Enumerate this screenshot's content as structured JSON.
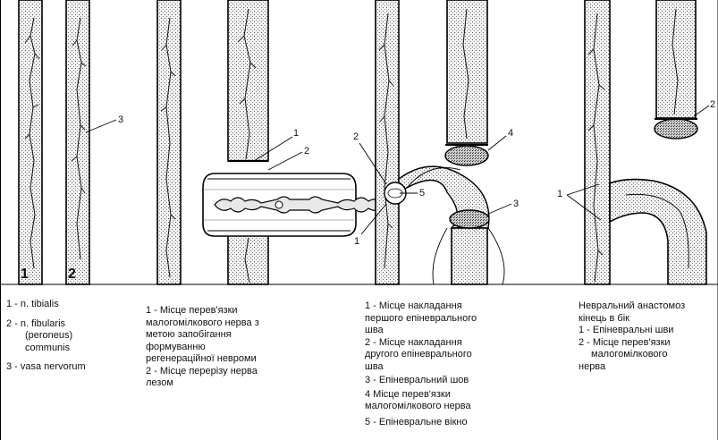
{
  "panels": {
    "p1": {
      "leader_labels": [
        "3"
      ],
      "bottom_labels": [
        "1",
        "2"
      ],
      "legend": [
        "1  - n. tibialis",
        "2  - n. fibularis",
        "(peroneus)",
        "communis",
        "3  - vasa nervorum"
      ]
    },
    "p2": {
      "leader_labels": [
        "1",
        "2"
      ],
      "legend": [
        "1  - Місце перев'язки",
        "малогомілкового нерва з",
        "метою запобігання",
        "формуванню",
        "регенераційної невроми",
        "2  - Місце перерізу нерва",
        "лезом"
      ]
    },
    "p3": {
      "leader_labels": [
        "2",
        "5",
        "1",
        "4",
        "3"
      ],
      "legend": [
        "1  - Місце накладання",
        "першого епіневрального",
        "шва",
        "2  - Місце накладання",
        "другого епіневрального",
        "шва",
        "3 - Епіневральний шов",
        "4  Місце перев'язки",
        "малогомілкового нерва",
        "5  - Епіневральне вікно"
      ]
    },
    "p4": {
      "leader_labels": [
        "1",
        "2"
      ],
      "legend": [
        "Невральний анастомоз",
        "кінець в бік",
        "1  - Епіневральні шви",
        "2  - Місце перев'язки",
        "малогомілкового",
        "нерва"
      ]
    }
  }
}
